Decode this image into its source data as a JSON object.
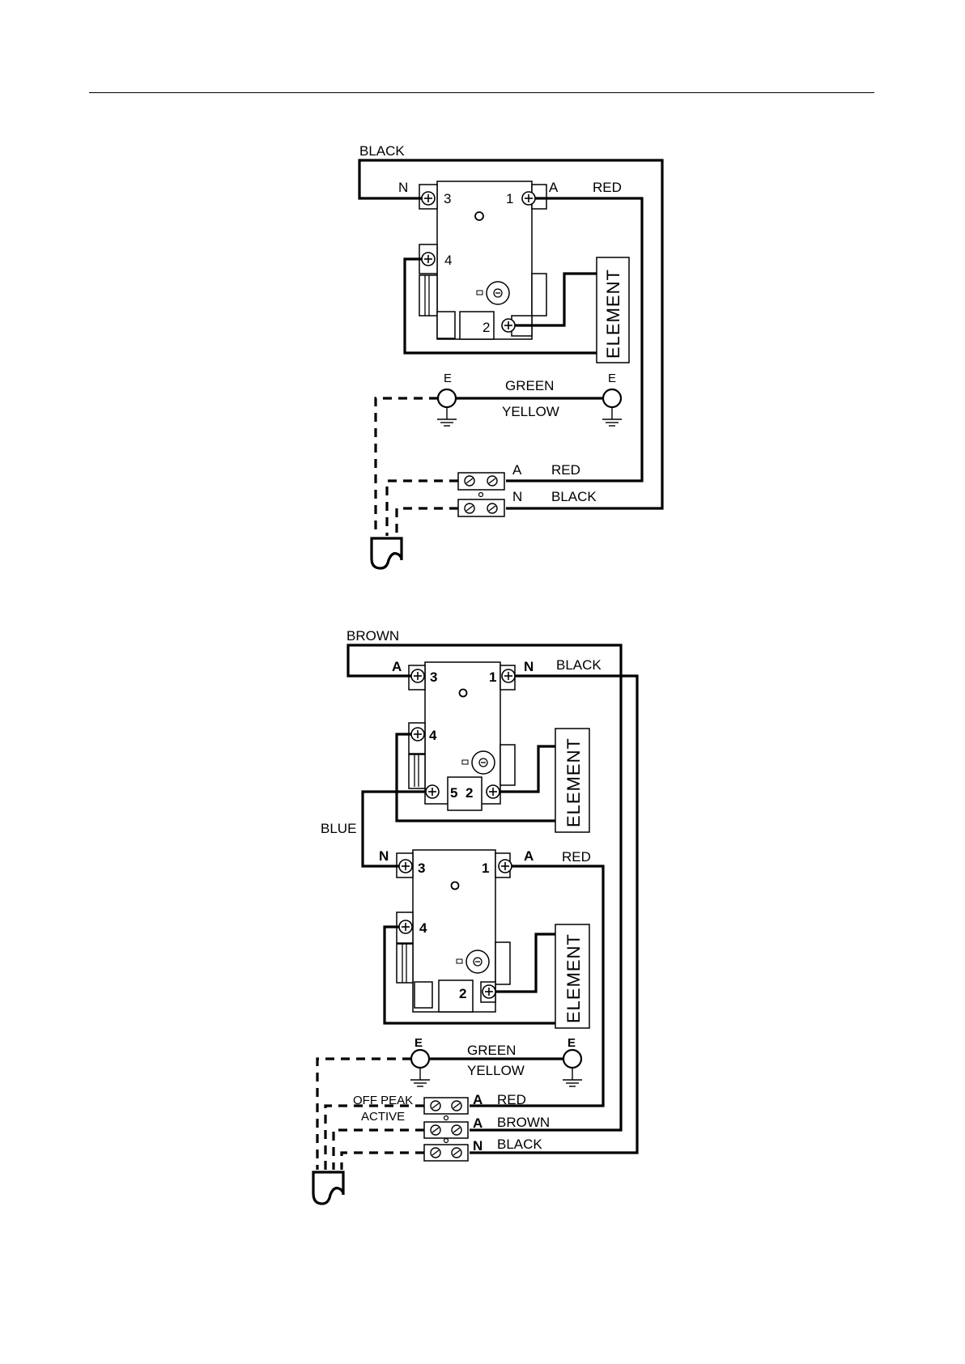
{
  "diagram_top": {
    "labels": {
      "black_top": "BLACK",
      "n": "N",
      "a": "A",
      "red_top": "RED",
      "t3": "3",
      "t1": "1",
      "t4": "4",
      "t2": "2",
      "element": "ELEMENT",
      "e_left": "E",
      "e_right": "E",
      "green": "GREEN",
      "yellow": "YELLOW",
      "a_supply": "A",
      "red_supply": "RED",
      "n_supply": "N",
      "black_supply": "BLACK"
    }
  },
  "diagram_bottom": {
    "labels": {
      "brown_top": "BROWN",
      "a_upper": "A",
      "n_upper": "N",
      "black_upper": "BLACK",
      "u3": "3",
      "u1": "1",
      "u4": "4",
      "u5": "5",
      "u2": "2",
      "element_upper": "ELEMENT",
      "blue": "BLUE",
      "n_lower": "N",
      "a_lower": "A",
      "red_lower": "RED",
      "l3": "3",
      "l1": "1",
      "l4": "4",
      "l2": "2",
      "element_lower": "ELEMENT",
      "e_left": "E",
      "e_right": "E",
      "green": "GREEN",
      "yellow": "YELLOW",
      "off_peak": "OFF PEAK",
      "active": "ACTIVE",
      "a_red": "A",
      "red_supply": "RED",
      "a_brown": "A",
      "brown_supply": "BROWN",
      "n_black": "N",
      "black_supply": "BLACK"
    }
  }
}
